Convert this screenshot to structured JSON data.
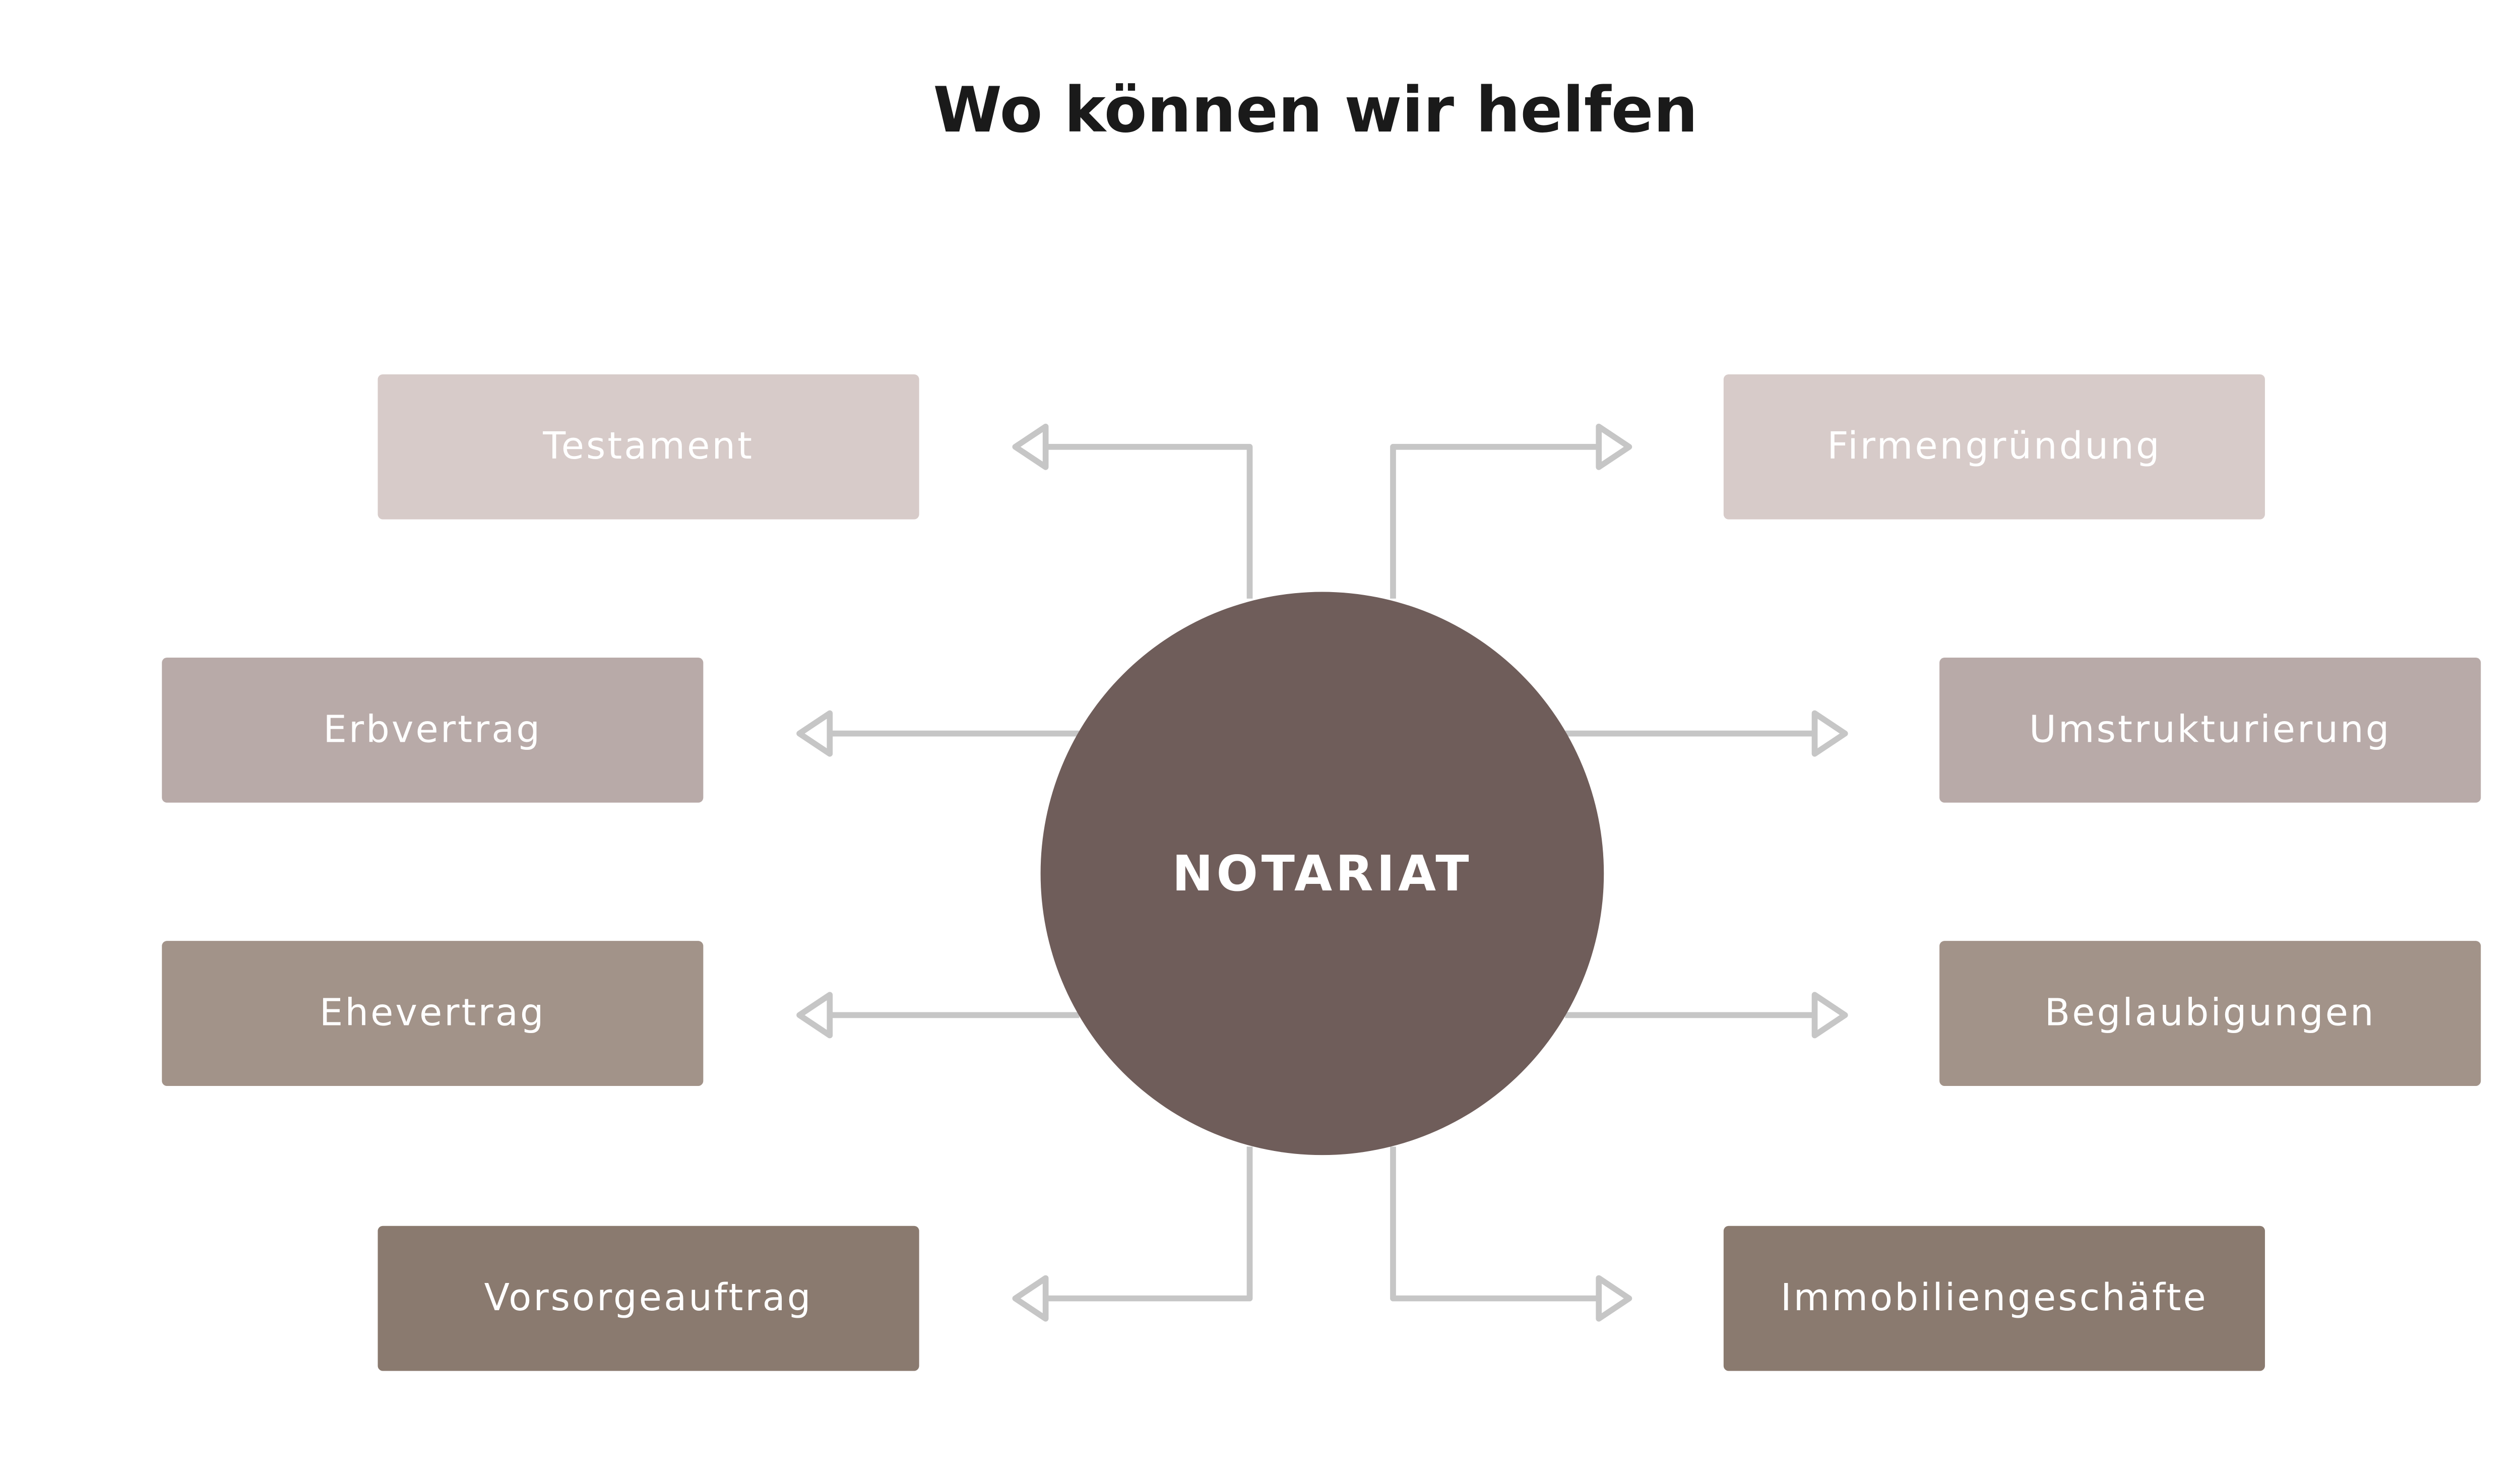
{
  "title": "Wo können wir helfen",
  "center": {
    "label": "NOTARIAT",
    "color": "#6f5d5a"
  },
  "left_items": [
    {
      "label": "Testament",
      "color": "#d7cbc9"
    },
    {
      "label": "Erbvertrag",
      "color": "#b8aaa8"
    },
    {
      "label": "Ehevertrag",
      "color": "#a29389"
    },
    {
      "label": "Vorsorgeauftrag",
      "color": "#8a7a6f"
    }
  ],
  "right_items": [
    {
      "label": "Firmengründung",
      "color": "#d7cbc9"
    },
    {
      "label": "Umstrukturierung",
      "color": "#b8aaa8"
    },
    {
      "label": "Beglaubigungen",
      "color": "#a29389"
    },
    {
      "label": "Immobiliengeschäfte",
      "color": "#8a7a6f"
    }
  ],
  "connector_color": "#c6c6c6"
}
